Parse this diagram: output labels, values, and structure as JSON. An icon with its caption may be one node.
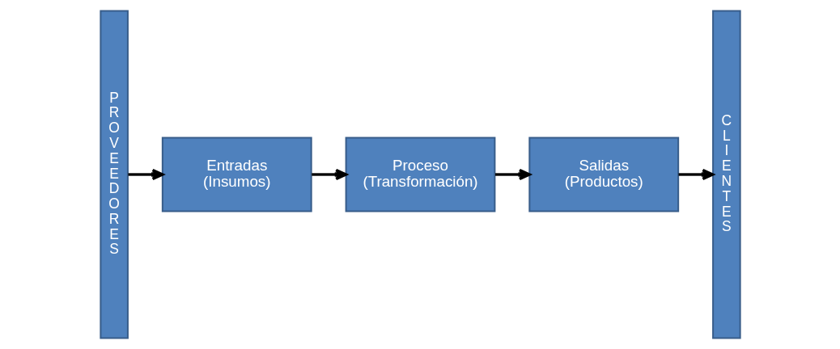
{
  "diagram": {
    "nodes": [
      {
        "text": [
          "PROVEEDORES"
        ]
      },
      {
        "text": [
          "Entradas",
          "(Insumos)"
        ]
      },
      {
        "text": [
          "Proceso",
          "(Transformación)"
        ]
      },
      {
        "text": [
          "Salidas",
          "(Productos)"
        ]
      },
      {
        "text": [
          "CLIENTES"
        ]
      }
    ],
    "edges": [
      {
        "from": 0,
        "to": 1,
        "arrow": "to"
      },
      {
        "from": 1,
        "to": 2,
        "arrow": "to"
      },
      {
        "from": 2,
        "to": 3,
        "arrow": "to"
      },
      {
        "from": 3,
        "to": 4,
        "arrow": "to"
      }
    ]
  }
}
